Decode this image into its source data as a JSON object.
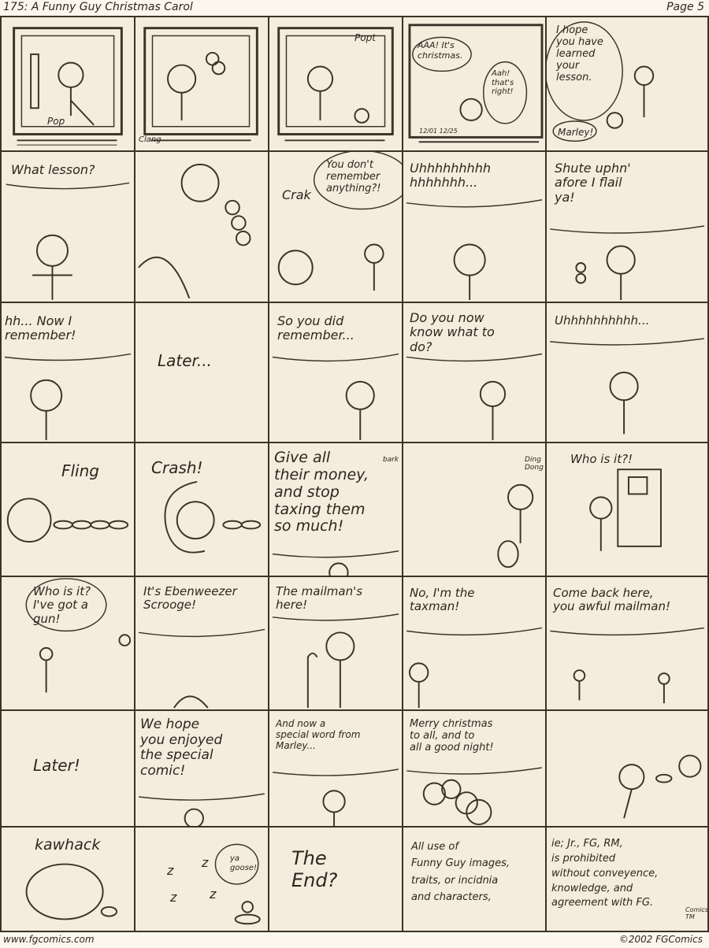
{
  "header": {
    "title": "175: A Funny Guy Christmas Carol",
    "page": "Page 5"
  },
  "footer": {
    "site": "www.fgcomics.com",
    "copyright": "©2002 FGComics"
  },
  "panels": {
    "r1": {
      "p1": {
        "sfx": "Pop"
      },
      "p2": {
        "sfx": "Clang"
      },
      "p3": {
        "sfx": "Popt"
      },
      "p4": {
        "bubble1": "AAA! It's\nchristmas.",
        "bubble2": "Aah!\nthat's\nright!",
        "dates": "12/01   12/25"
      },
      "p5": {
        "bubble1": "I hope\nyou have\nlearned\nyour\nlesson.",
        "bubble2": "Marley!"
      }
    },
    "r2": {
      "p1": {
        "text": "What lesson?"
      },
      "p2": {},
      "p3": {
        "sfx": "Crak",
        "bubble": "You don't\nremember\nanything?!"
      },
      "p4": {
        "text": "Uhhhhhhhhh\nhhhhhhh..."
      },
      "p5": {
        "text": "Shute uphn'\nafore I flail\nya!"
      }
    },
    "r3": {
      "p1": {
        "text": "hh... Now I\nremember!"
      },
      "p2": {
        "text": "Later..."
      },
      "p3": {
        "text": "So you did\nremember..."
      },
      "p4": {
        "text": "Do you now\nknow what to\ndo?"
      },
      "p5": {
        "text": "Uhhhhhhhhhh..."
      }
    },
    "r4": {
      "p1": {
        "sfx": "Fling"
      },
      "p2": {
        "sfx": "Crash!"
      },
      "p3": {
        "text": "Give all\ntheir money,\nand stop\ntaxing them\nso much!",
        "sfx": "bark"
      },
      "p4": {
        "sfx": "Ding\nDong"
      },
      "p5": {
        "text": "Who is it?!"
      }
    },
    "r5": {
      "p1": {
        "text": "Who is it?\nI've got a\ngun!"
      },
      "p2": {
        "text": "It's Ebenweezer\nScrooge!"
      },
      "p3": {
        "text": "The mailman's\nhere!"
      },
      "p4": {
        "text": "No, I'm the\ntaxman!"
      },
      "p5": {
        "text": "Come back here,\nyou awful mailman!"
      }
    },
    "r6": {
      "p1": {
        "text": "Later!"
      },
      "p2": {
        "text": "We hope\nyou enjoyed\nthe special\ncomic!"
      },
      "p3": {
        "text": "And now a\nspecial word from\nMarley..."
      },
      "p4": {
        "text": "Merry christmas\nto all, and to\nall a good night!"
      },
      "p5": {}
    },
    "r7": {
      "p1": {
        "sfx": "kawhack"
      },
      "p2": {
        "bubble": "ya\ngoose!",
        "zz": "z"
      },
      "p3": {
        "text": "The\nEnd?"
      },
      "p4": {
        "text": "All use of\nFunny Guy images,\ntraits, or incidnia\nand characters,"
      },
      "p5": {
        "text": "ie; Jr., FG, RM,\nis prohibited\nwithout conveyence,\nknowledge, and\nagreement with FG.",
        "tm": "Comics\nTM"
      }
    }
  }
}
